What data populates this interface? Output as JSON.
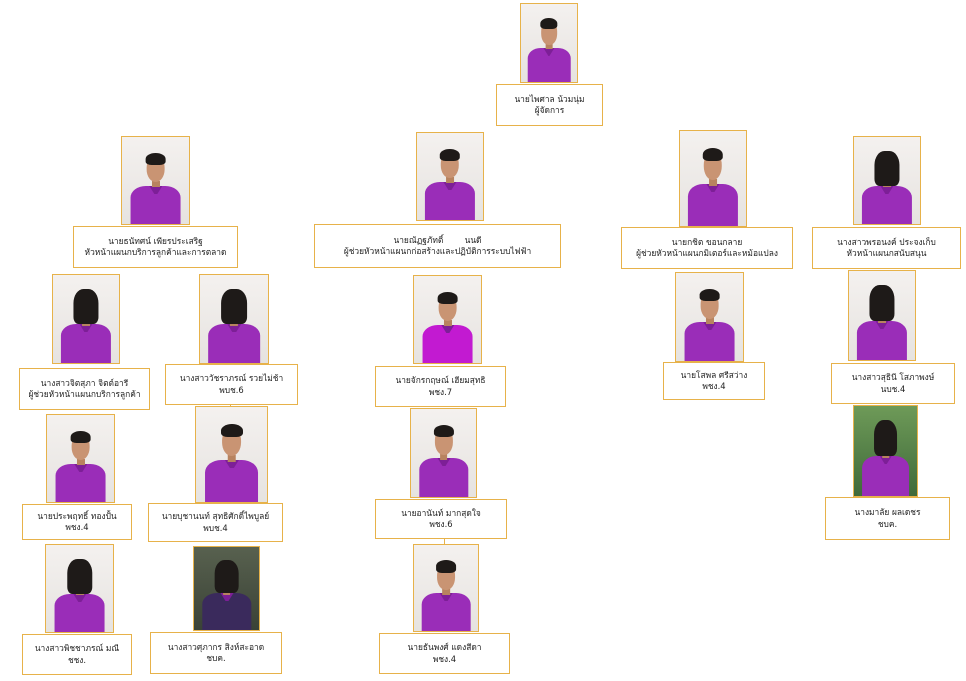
{
  "people": [
    {
      "id": "manager",
      "name": "นายไพศาล น้วมนุ่ม",
      "position": "ผู้จัดการ",
      "photo_alt": ""
    },
    {
      "id": "head-customer-service",
      "name": "นายธนัทศน์ เพียรประเสริฐ",
      "position": "หัวหน้าแผนกบริการลูกค้าและการตลาด"
    },
    {
      "id": "asst-head-construction",
      "name": "นายณัฏฐภัทติ์        นนดี",
      "position": "ผู้ช่วยหัวหน้าแผนกก่อสร้างและปฏิบัติการระบบไฟฟ้า"
    },
    {
      "id": "asst-head-meter",
      "name": "นายกชิต ขอนกลาย",
      "position": "ผู้ช่วยหัวหน้าแผนกมิเตอร์และหม้อแปลง"
    },
    {
      "id": "head-support",
      "name": "นางสาวพรอนงค์ ประจงเก็บ",
      "position": "หัวหน้าแผนกสนับสนุน"
    },
    {
      "id": "asst-head-customer",
      "name": "นางสาวจิตสุภา จิตต์อารี",
      "position": "ผู้ช่วยหัวหน้าแผนกบริการลูกค้า"
    },
    {
      "id": "worachaiphorn",
      "name": "นางสาววัชราภรณ์ รวยไม่ช้า",
      "position": "พบช.6"
    },
    {
      "id": "jakkrit",
      "name": "นายจักรกฤษณ์ เฮียมสุทธิ",
      "position": "พชง.7"
    },
    {
      "id": "nophadol",
      "name": "นายโสพล ศรีสว่าง",
      "position": "พชง.4"
    },
    {
      "id": "suthinee",
      "name": "นางสาวสุธินี โสภาพงษ์",
      "position": "นบช.4"
    },
    {
      "id": "prapruet",
      "name": "นายประพฤทธิ์ ทองปั้น",
      "position": "พชง.4"
    },
    {
      "id": "boonchanon",
      "name": "นายบุชานนท์ สุทธิศักดิ์ไพบูลย์",
      "position": "พบช.4"
    },
    {
      "id": "ayanon",
      "name": "นายอานันท์ มากสุดใจ",
      "position": "พชง.6"
    },
    {
      "id": "malai",
      "name": "นางมาลัย ผลเดชร",
      "position": "ชบค."
    },
    {
      "id": "pichayaporn",
      "name": "นางสาวพิชชาภรณ์ มณี",
      "position": "ชชง."
    },
    {
      "id": "supaporn",
      "name": "นางสาวศุภากร สิงห์สะอาด",
      "position": "ชบค."
    },
    {
      "id": "thanaphong",
      "name": "นายธันพงศ์ แดงสีดา",
      "position": "พชง.4"
    }
  ],
  "colors": {
    "border": "#e7b24a",
    "shirt": "#9a2db8",
    "background": "#ffffff"
  }
}
